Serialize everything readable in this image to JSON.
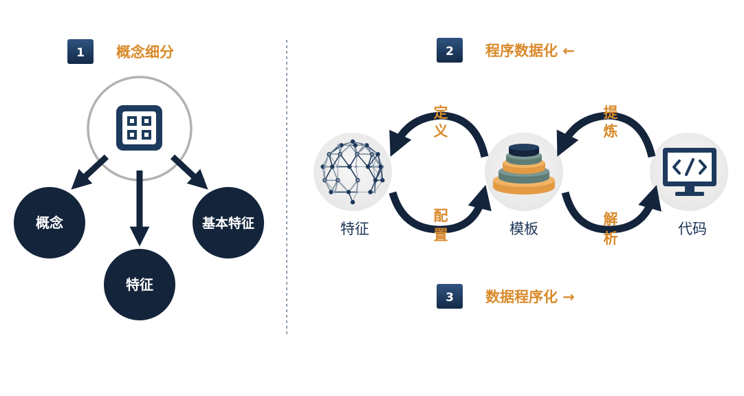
{
  "colors": {
    "navy": "#13243b",
    "navy_mid": "#1e3a5c",
    "orange": "#d98a2b",
    "light_gray": "#efefef",
    "ring_gray": "#b2b2b2",
    "divider": "#6d7f94"
  },
  "step1": {
    "number": "1",
    "title": "概念细分",
    "center_icon": "grid-app-icon",
    "children": [
      "概念",
      "特征",
      "基本特征"
    ]
  },
  "step2": {
    "number": "2",
    "title": "程序数据化 ←"
  },
  "step3": {
    "number": "3",
    "title": "数据程序化 →"
  },
  "cycle": {
    "nodes": [
      {
        "label": "特征",
        "icon": "network-sphere-icon"
      },
      {
        "label": "模板",
        "icon": "layered-stack-icon"
      },
      {
        "label": "代码",
        "icon": "code-monitor-icon"
      }
    ],
    "edge_labels": {
      "define": "定义",
      "configure": "配置",
      "extract": "提炼",
      "parse": "解析"
    }
  }
}
